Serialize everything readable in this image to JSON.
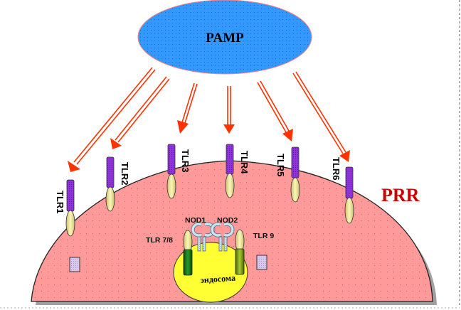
{
  "title": "PAMP",
  "receptor_group_label": "PRR",
  "colors": {
    "pamp_fill": "#3399ff",
    "cell_fill": "#ff9999",
    "arrow": "#ff3300",
    "tlr_stalk": "#8833cc",
    "tlr_base": "#f0ea90",
    "endosome": "#ffff33",
    "prr_text": "#cc0000"
  },
  "surface_receptors": [
    {
      "label": "TLR1"
    },
    {
      "label": "TLR2"
    },
    {
      "label": "TLR3"
    },
    {
      "label": "TLR4"
    },
    {
      "label": "TLR5"
    },
    {
      "label": "TLR6"
    }
  ],
  "intracellular": {
    "tlr78": "TLR 7/8",
    "tlr9": "TLR 9",
    "nod1": "NOD1",
    "nod2": "NOD2",
    "endosome": "эндосома"
  }
}
